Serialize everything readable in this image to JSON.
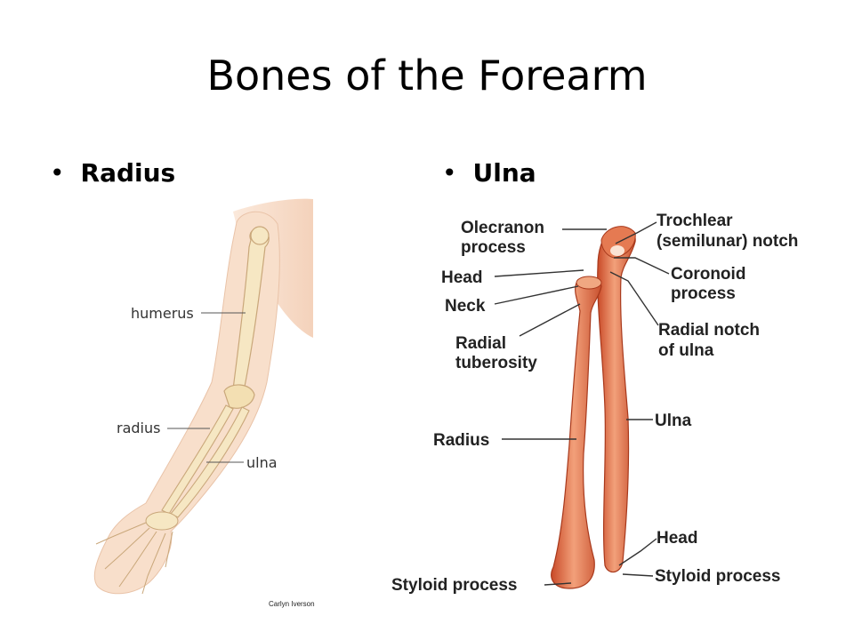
{
  "slide": {
    "title": "Bones of the Forearm",
    "bullets": [
      {
        "label": "Radius"
      },
      {
        "label": "Ulna"
      }
    ]
  },
  "arm_figure": {
    "labels": {
      "humerus": "humerus",
      "radius": "radius",
      "ulna": "ulna"
    },
    "credit": "Carlyn Iverson"
  },
  "bones_figure": {
    "labels": {
      "olecranon_1": "Olecranon",
      "olecranon_2": "process",
      "head_top": "Head",
      "neck": "Neck",
      "radial_tuberosity_1": "Radial",
      "radial_tuberosity_2": "tuberosity",
      "radius": "Radius",
      "styloid_left": "Styloid process",
      "trochlear_1": "Trochlear",
      "trochlear_2": "(semilunar) notch",
      "coronoid_1": "Coronoid",
      "coronoid_2": "process",
      "radial_notch_1": "Radial notch",
      "radial_notch_2": "of ulna",
      "ulna": "Ulna",
      "head_bottom": "Head",
      "styloid_right": "Styloid process"
    }
  },
  "colors": {
    "skin": "#f7ddc9",
    "arm_bone": "#f6e7c3",
    "bone_orange": "#d9603a",
    "bone_highlight": "#f6b48f"
  }
}
